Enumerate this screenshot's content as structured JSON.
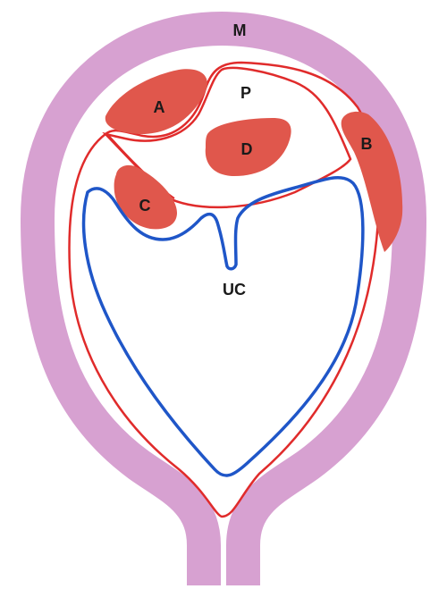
{
  "labels": {
    "uterus": "M",
    "placenta": "P",
    "region_a": "A",
    "region_b": "B",
    "region_c": "C",
    "region_d": "D",
    "umbilical_cord": "UC"
  },
  "colors": {
    "background": "#ffffff",
    "uterus_wall": "#d7a1d1",
    "region_fill": "#e0574c",
    "red_outline": "#e02b2b",
    "blue_outline": "#1f56c8",
    "label_text": "#1a1a1a"
  }
}
